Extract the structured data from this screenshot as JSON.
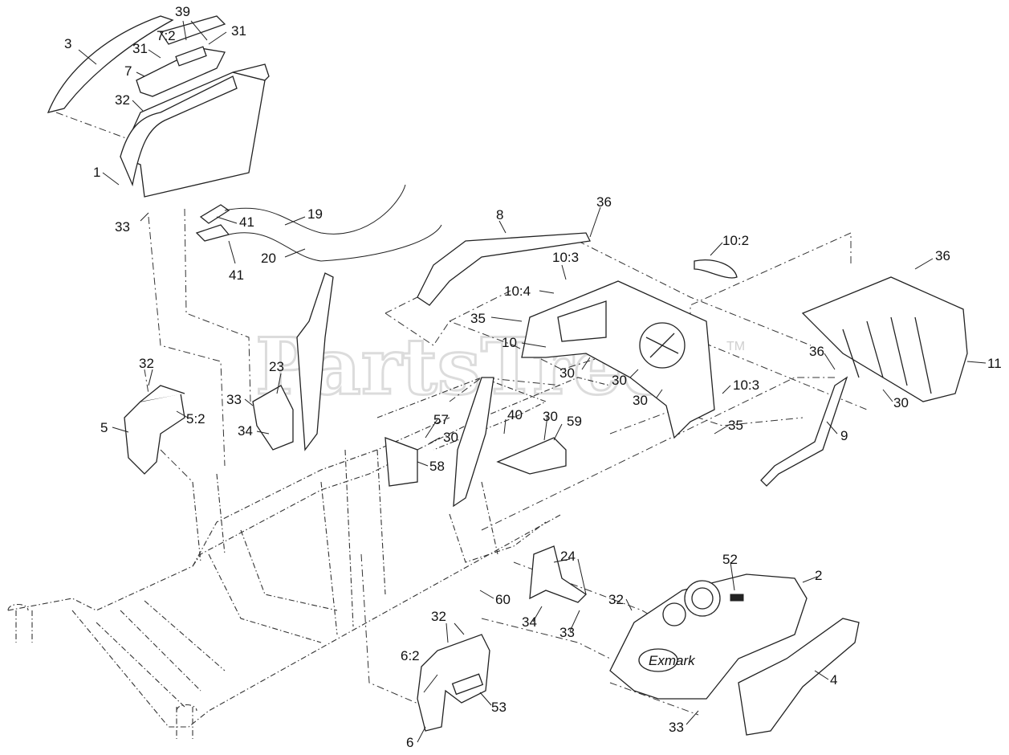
{
  "watermark": {
    "text": "PartsTree",
    "trademark": "TM"
  },
  "brand": {
    "logo_text": "Exmark"
  },
  "callouts": [
    {
      "id": "c3",
      "text": "3"
    },
    {
      "id": "c39",
      "text": "39"
    },
    {
      "id": "c7-2",
      "text": "7:2"
    },
    {
      "id": "c31a",
      "text": "31"
    },
    {
      "id": "c31b",
      "text": "31"
    },
    {
      "id": "c7",
      "text": "7"
    },
    {
      "id": "c32a",
      "text": "32"
    },
    {
      "id": "c1",
      "text": "1"
    },
    {
      "id": "c33a",
      "text": "33"
    },
    {
      "id": "c41a",
      "text": "41"
    },
    {
      "id": "c19",
      "text": "19"
    },
    {
      "id": "c20",
      "text": "20"
    },
    {
      "id": "c41b",
      "text": "41"
    },
    {
      "id": "c8",
      "text": "8"
    },
    {
      "id": "c36a",
      "text": "36"
    },
    {
      "id": "c10-2",
      "text": "10:2"
    },
    {
      "id": "c36b",
      "text": "36"
    },
    {
      "id": "c10-3a",
      "text": "10:3"
    },
    {
      "id": "c10-4",
      "text": "10:4"
    },
    {
      "id": "c35a",
      "text": "35"
    },
    {
      "id": "c10",
      "text": "10"
    },
    {
      "id": "c30a",
      "text": "30"
    },
    {
      "id": "c30b",
      "text": "30"
    },
    {
      "id": "c30c",
      "text": "30"
    },
    {
      "id": "c10-3b",
      "text": "10:3"
    },
    {
      "id": "c36c",
      "text": "36"
    },
    {
      "id": "c11",
      "text": "11"
    },
    {
      "id": "c30d",
      "text": "30"
    },
    {
      "id": "c35b",
      "text": "35"
    },
    {
      "id": "c9",
      "text": "9"
    },
    {
      "id": "c32b",
      "text": "32"
    },
    {
      "id": "c5",
      "text": "5"
    },
    {
      "id": "c5-2",
      "text": "5:2"
    },
    {
      "id": "c23",
      "text": "23"
    },
    {
      "id": "c33b",
      "text": "33"
    },
    {
      "id": "c34a",
      "text": "34"
    },
    {
      "id": "c57",
      "text": "57"
    },
    {
      "id": "c30e",
      "text": "30"
    },
    {
      "id": "c40",
      "text": "40"
    },
    {
      "id": "c30f",
      "text": "30"
    },
    {
      "id": "c59",
      "text": "59"
    },
    {
      "id": "c58",
      "text": "58"
    },
    {
      "id": "c24",
      "text": "24"
    },
    {
      "id": "c60",
      "text": "60"
    },
    {
      "id": "c34b",
      "text": "34"
    },
    {
      "id": "c33c",
      "text": "33"
    },
    {
      "id": "c52",
      "text": "52"
    },
    {
      "id": "c2",
      "text": "2"
    },
    {
      "id": "c32c",
      "text": "32"
    },
    {
      "id": "c32d",
      "text": "32"
    },
    {
      "id": "c6-2",
      "text": "6:2"
    },
    {
      "id": "c53",
      "text": "53"
    },
    {
      "id": "c6",
      "text": "6"
    },
    {
      "id": "c4",
      "text": "4"
    },
    {
      "id": "c33d",
      "text": "33"
    }
  ]
}
